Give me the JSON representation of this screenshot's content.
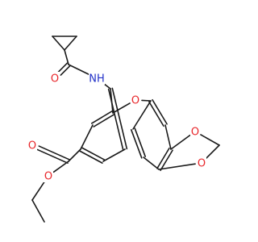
{
  "colors": {
    "bond": "#1a1a1a",
    "oxygen": "#e8262a",
    "nitrogen": "#2231c8",
    "background": "#ffffff"
  },
  "molecule": {
    "atoms": [
      {
        "id": "c_prop_top",
        "label": ""
      },
      {
        "id": "c_prop_left",
        "label": ""
      },
      {
        "id": "c_prop_right",
        "label": ""
      },
      {
        "id": "c_amide",
        "label": ""
      },
      {
        "id": "o_amide",
        "label": "O",
        "element": "oxygen"
      },
      {
        "id": "n_amide",
        "label": "NH",
        "element": "nitrogen"
      },
      {
        "id": "ring_a1",
        "label": ""
      },
      {
        "id": "ring_a2",
        "label": ""
      },
      {
        "id": "ring_a3",
        "label": ""
      },
      {
        "id": "ring_a4",
        "label": ""
      },
      {
        "id": "ring_a5",
        "label": ""
      },
      {
        "id": "ring_a6",
        "label": ""
      },
      {
        "id": "o_ether",
        "label": "O",
        "element": "oxygen"
      },
      {
        "id": "ring_b1",
        "label": ""
      },
      {
        "id": "ring_b2",
        "label": ""
      },
      {
        "id": "ring_b3",
        "label": ""
      },
      {
        "id": "ring_b4",
        "label": ""
      },
      {
        "id": "ring_b5",
        "label": ""
      },
      {
        "id": "ring_b6",
        "label": ""
      },
      {
        "id": "o_diox_top",
        "label": "O",
        "element": "oxygen"
      },
      {
        "id": "o_diox_bottom",
        "label": "O",
        "element": "oxygen"
      },
      {
        "id": "c_methylene",
        "label": ""
      },
      {
        "id": "c_ester",
        "label": ""
      },
      {
        "id": "o_ester_carbonyl",
        "label": "O",
        "element": "oxygen"
      },
      {
        "id": "o_ester_single",
        "label": "O",
        "element": "oxygen"
      },
      {
        "id": "c_ethyl_1",
        "label": ""
      },
      {
        "id": "c_ethyl_2",
        "label": ""
      }
    ],
    "bonds": [
      {
        "a": "c_prop_top",
        "b": "c_prop_left",
        "order": 1
      },
      {
        "a": "c_prop_top",
        "b": "c_prop_right",
        "order": 1
      },
      {
        "a": "c_prop_left",
        "b": "c_prop_right",
        "order": 1
      },
      {
        "a": "c_prop_top",
        "b": "c_amide",
        "order": 1
      },
      {
        "a": "c_amide",
        "b": "o_amide",
        "order": 2
      },
      {
        "a": "c_amide",
        "b": "n_amide",
        "order": 1
      },
      {
        "a": "n_amide",
        "b": "ring_a1",
        "order": 1
      },
      {
        "a": "ring_a1",
        "b": "ring_a2",
        "order": 1
      },
      {
        "a": "ring_a2",
        "b": "ring_a3",
        "order": 2
      },
      {
        "a": "ring_a3",
        "b": "ring_a4",
        "order": 1
      },
      {
        "a": "ring_a4",
        "b": "ring_a5",
        "order": 2
      },
      {
        "a": "ring_a5",
        "b": "ring_a6",
        "order": 1
      },
      {
        "a": "ring_a6",
        "b": "ring_a1",
        "order": 2
      },
      {
        "a": "ring_a2",
        "b": "o_ether",
        "order": 1
      },
      {
        "a": "o_ether",
        "b": "ring_b1",
        "order": 1
      },
      {
        "a": "ring_b1",
        "b": "ring_b2",
        "order": 2
      },
      {
        "a": "ring_b2",
        "b": "ring_b3",
        "order": 1
      },
      {
        "a": "ring_b3",
        "b": "ring_b4",
        "order": 2
      },
      {
        "a": "ring_b4",
        "b": "ring_b5",
        "order": 1
      },
      {
        "a": "ring_b5",
        "b": "ring_b6",
        "order": 2
      },
      {
        "a": "ring_b6",
        "b": "ring_b1",
        "order": 1
      },
      {
        "a": "ring_b3",
        "b": "o_diox_top",
        "order": 1
      },
      {
        "a": "ring_b4",
        "b": "o_diox_bottom",
        "order": 1
      },
      {
        "a": "o_diox_top",
        "b": "c_methylene",
        "order": 1
      },
      {
        "a": "o_diox_bottom",
        "b": "c_methylene",
        "order": 1
      },
      {
        "a": "ring_a4",
        "b": "c_ester",
        "order": 1
      },
      {
        "a": "c_ester",
        "b": "o_ester_carbonyl",
        "order": 2
      },
      {
        "a": "c_ester",
        "b": "o_ester_single",
        "order": 1
      },
      {
        "a": "o_ester_single",
        "b": "c_ethyl_1",
        "order": 1
      },
      {
        "a": "c_ethyl_1",
        "b": "c_ethyl_2",
        "order": 1
      }
    ]
  }
}
